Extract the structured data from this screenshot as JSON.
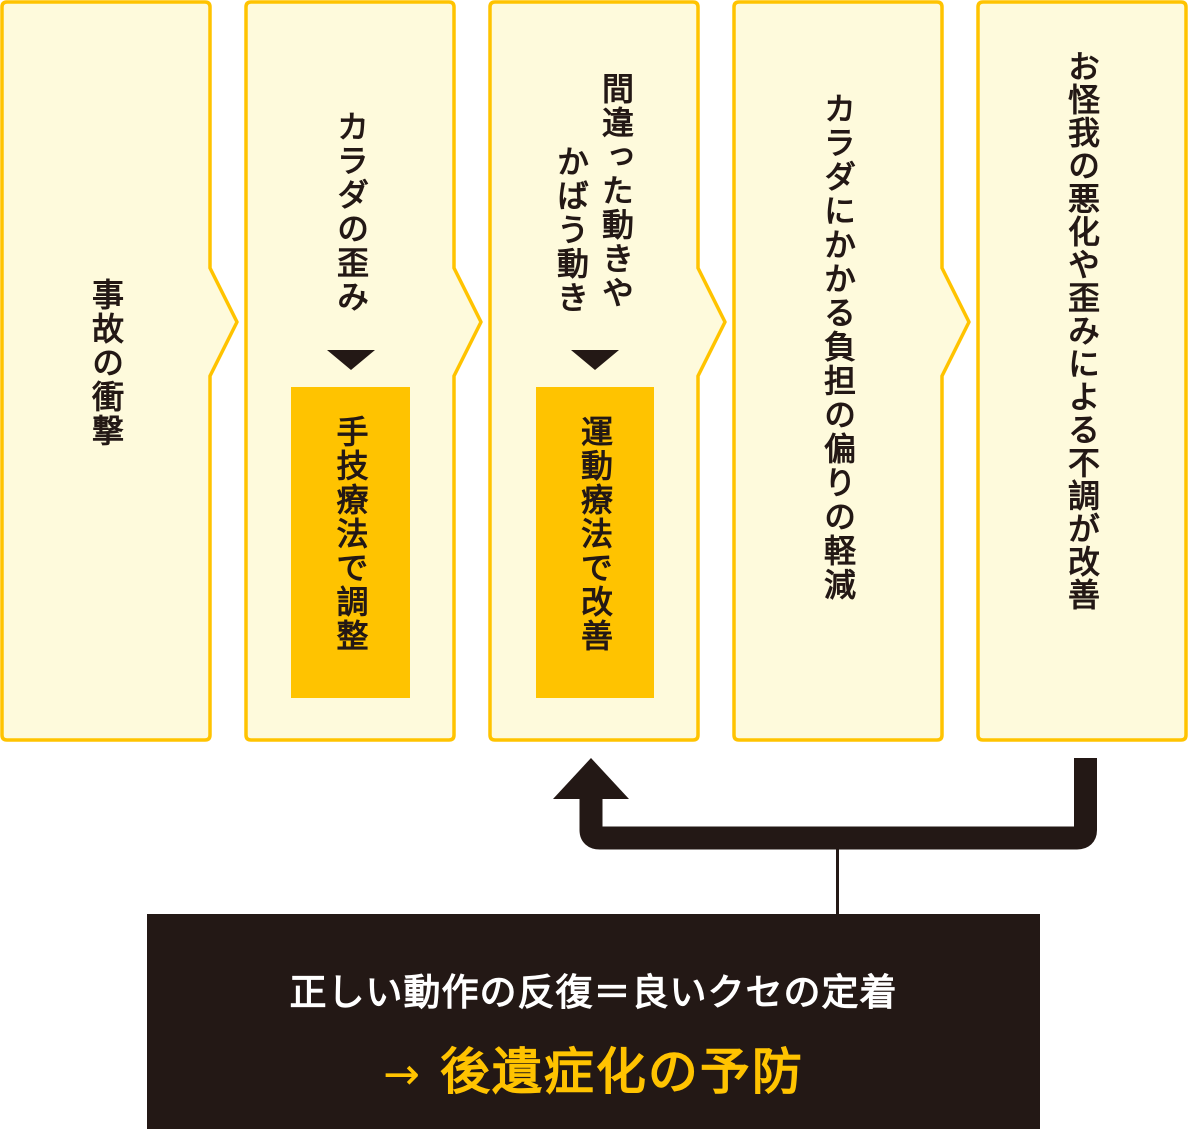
{
  "colors": {
    "panel_fill": "#FEFADC",
    "panel_border": "#FFC300",
    "action_box": "#FFC300",
    "text_dark": "#231815",
    "result_bg": "#231815",
    "result_text": "#FFFFFF",
    "result_highlight": "#FFC300"
  },
  "steps": [
    {
      "label": "事故の衝撃"
    },
    {
      "label": "カラダの歪み",
      "action": "手技療法で調整"
    },
    {
      "label_col1": "間違った動きや",
      "label_col2": "かばう動き",
      "action": "運動療法で改善"
    },
    {
      "label": "カラダにかかる負担の偏りの軽減"
    },
    {
      "label": "お怪我の悪化や歪みによる不調が改善"
    }
  ],
  "result": {
    "line1": "正しい動作の反復＝良いクセの定着",
    "arrow": "→",
    "line2": "後遺症化の予防"
  }
}
